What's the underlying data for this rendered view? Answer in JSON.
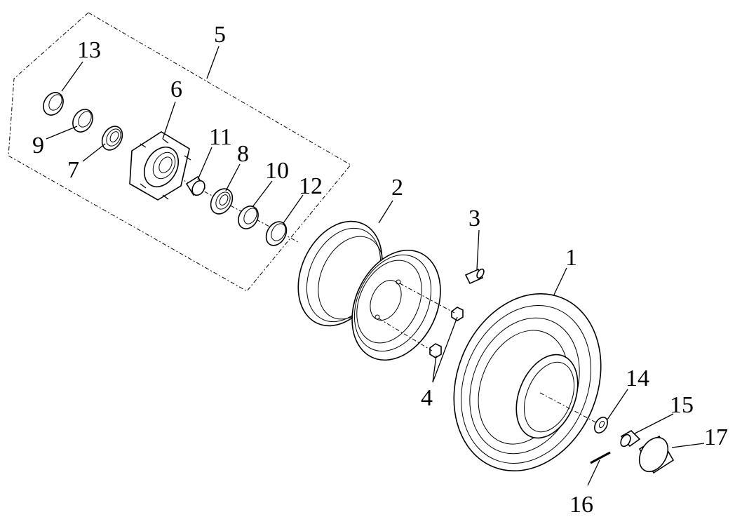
{
  "diagram": {
    "labels": {
      "tire": "1",
      "rim": "2",
      "valve": "3",
      "lug_nut": "4",
      "hub_assembly": "5",
      "hub": "6",
      "bearing_inner": "7",
      "bearing_outer": "8",
      "seal_inner": "9",
      "seal_outer": "10",
      "spacer": "11",
      "dust_cap_ring": "12",
      "ring_inner": "13",
      "washer": "14",
      "castle_nut": "15",
      "cotter_pin": "16",
      "hub_cap": "17"
    }
  }
}
